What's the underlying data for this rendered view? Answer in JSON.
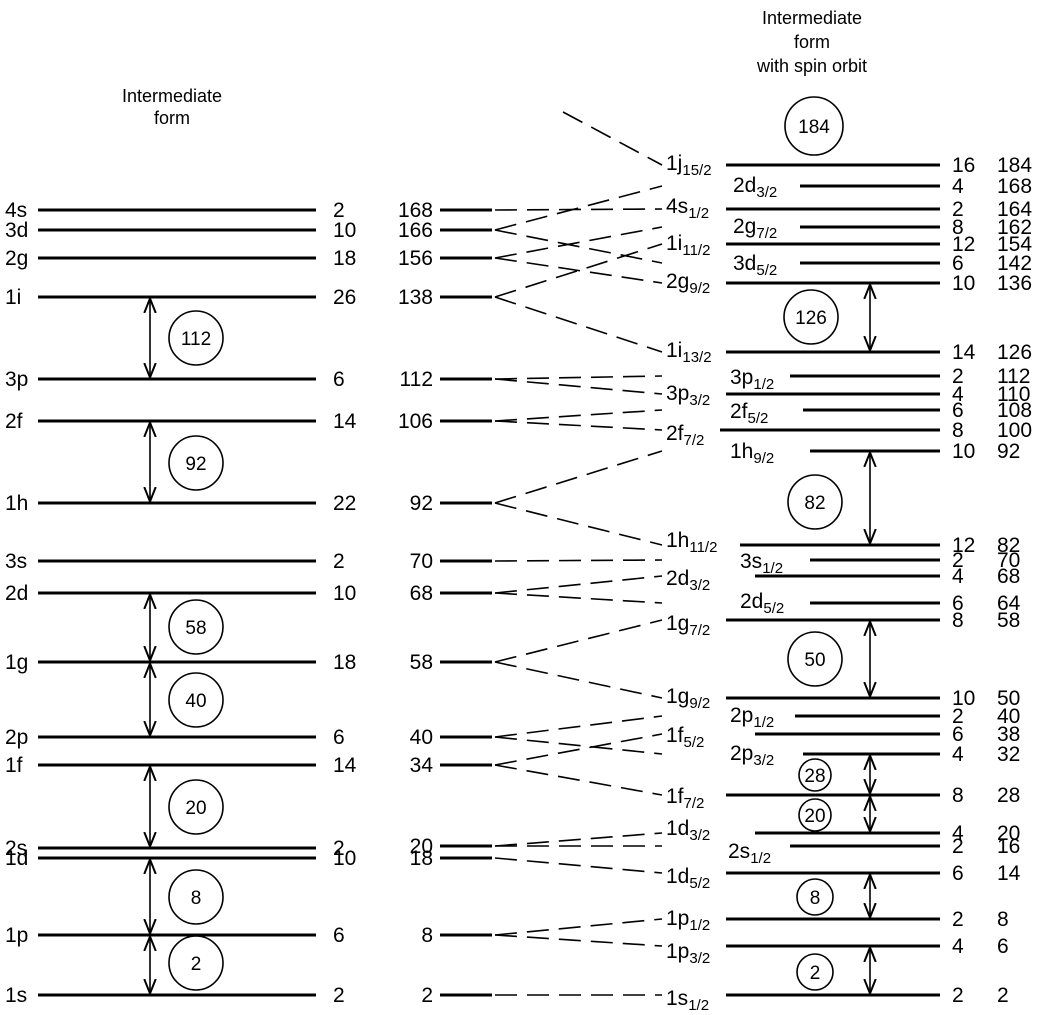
{
  "left_title": [
    "Intermediate",
    "form"
  ],
  "right_title": [
    "Intermediate",
    "form",
    "with spin orbit"
  ],
  "left_levels": [
    {
      "name": "1s",
      "count": "2"
    },
    {
      "name": "1p",
      "count": "6"
    },
    {
      "name": "1d",
      "count": "10"
    },
    {
      "name": "2s",
      "count": "2"
    },
    {
      "name": "1f",
      "count": "14"
    },
    {
      "name": "2p",
      "count": "6"
    },
    {
      "name": "1g",
      "count": "18"
    },
    {
      "name": "2d",
      "count": "10"
    },
    {
      "name": "3s",
      "count": "2"
    },
    {
      "name": "1h",
      "count": "22"
    },
    {
      "name": "2f",
      "count": "14"
    },
    {
      "name": "3p",
      "count": "6"
    },
    {
      "name": "1i",
      "count": "26"
    },
    {
      "name": "2g",
      "count": "18"
    },
    {
      "name": "3d",
      "count": "10"
    },
    {
      "name": "4s",
      "count": "2"
    }
  ],
  "left_gaps": [
    "2",
    "8",
    "20",
    "40",
    "58",
    "92",
    "112"
  ],
  "mid_levels": [
    "2",
    "8",
    "18",
    "20",
    "34",
    "40",
    "58",
    "68",
    "70",
    "92",
    "106",
    "112",
    "138",
    "156",
    "166",
    "168"
  ],
  "right_levels": [
    {
      "n": "1s",
      "j": "1/2",
      "count": "2",
      "total": "2"
    },
    {
      "n": "1p",
      "j": "3/2",
      "count": "4",
      "total": "6"
    },
    {
      "n": "1p",
      "j": "1/2",
      "count": "2",
      "total": "8"
    },
    {
      "n": "1d",
      "j": "5/2",
      "count": "6",
      "total": "14"
    },
    {
      "n": "2s",
      "j": "1/2",
      "count": "2",
      "total": "16"
    },
    {
      "n": "1d",
      "j": "3/2",
      "count": "4",
      "total": "20"
    },
    {
      "n": "1f",
      "j": "7/2",
      "count": "8",
      "total": "28"
    },
    {
      "n": "2p",
      "j": "3/2",
      "count": "4",
      "total": "32"
    },
    {
      "n": "1f",
      "j": "5/2",
      "count": "6",
      "total": "38"
    },
    {
      "n": "2p",
      "j": "1/2",
      "count": "2",
      "total": "40"
    },
    {
      "n": "1g",
      "j": "9/2",
      "count": "10",
      "total": "50"
    },
    {
      "n": "1g",
      "j": "7/2",
      "count": "8",
      "total": "58"
    },
    {
      "n": "2d",
      "j": "5/2",
      "count": "6",
      "total": "64"
    },
    {
      "n": "2d",
      "j": "3/2",
      "count": "4",
      "total": "68"
    },
    {
      "n": "3s",
      "j": "1/2",
      "count": "2",
      "total": "70"
    },
    {
      "n": "1h",
      "j": "11/2",
      "count": "12",
      "total": "82"
    },
    {
      "n": "1h",
      "j": "9/2",
      "count": "10",
      "total": "92"
    },
    {
      "n": "2f",
      "j": "7/2",
      "count": "8",
      "total": "100"
    },
    {
      "n": "2f",
      "j": "5/2",
      "count": "6",
      "total": "108"
    },
    {
      "n": "3p",
      "j": "3/2",
      "count": "4",
      "total": "110"
    },
    {
      "n": "3p",
      "j": "1/2",
      "count": "2",
      "total": "112"
    },
    {
      "n": "1i",
      "j": "13/2",
      "count": "14",
      "total": "126"
    },
    {
      "n": "2g",
      "j": "9/2",
      "count": "10",
      "total": "136"
    },
    {
      "n": "3d",
      "j": "5/2",
      "count": "6",
      "total": "142"
    },
    {
      "n": "1i",
      "j": "11/2",
      "count": "12",
      "total": "154"
    },
    {
      "n": "2g",
      "j": "7/2",
      "count": "8",
      "total": "162"
    },
    {
      "n": "4s",
      "j": "1/2",
      "count": "2",
      "total": "164"
    },
    {
      "n": "2d",
      "j": "3/2",
      "count": "4",
      "total": "168"
    },
    {
      "n": "1j",
      "j": "15/2",
      "count": "16",
      "total": "184"
    }
  ],
  "right_gaps": [
    "2",
    "8",
    "20",
    "28",
    "50",
    "82",
    "126",
    "184"
  ]
}
